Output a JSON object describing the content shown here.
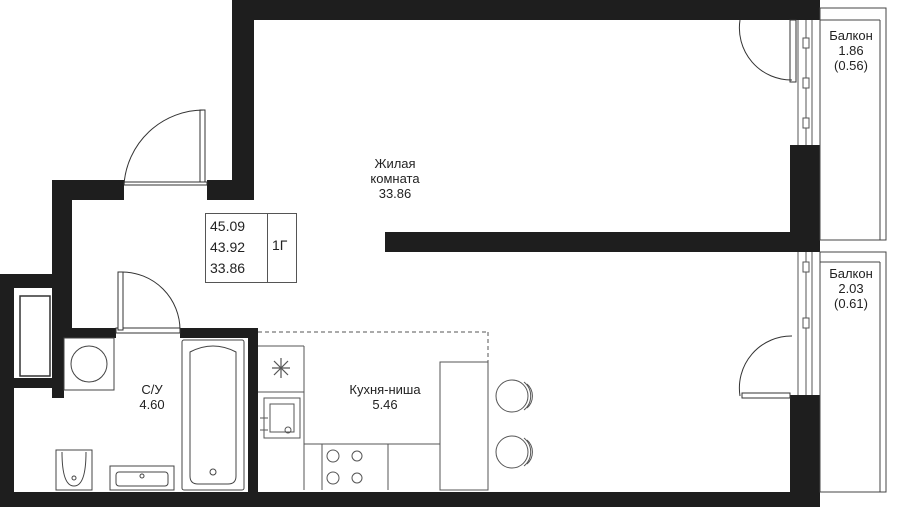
{
  "rooms": {
    "living": {
      "name_line1": "Жилая",
      "name_line2": "комната",
      "area": "33.86"
    },
    "bathroom": {
      "name": "С/У",
      "area": "4.60"
    },
    "kitchen": {
      "name": "Кухня-ниша",
      "area": "5.46"
    },
    "balcony_top": {
      "name": "Балкон",
      "area": "1.86",
      "reduced_area": "(0.56)"
    },
    "balcony_bottom": {
      "name": "Балкон",
      "area": "2.03",
      "reduced_area": "(0.61)"
    }
  },
  "summary": {
    "total_area": "45.09",
    "area_without_balconies": "43.92",
    "living_area": "33.86",
    "apartment_type": "1Г"
  },
  "colors": {
    "wall": "#1e1e1e",
    "line": "#555555",
    "background": "#ffffff"
  }
}
